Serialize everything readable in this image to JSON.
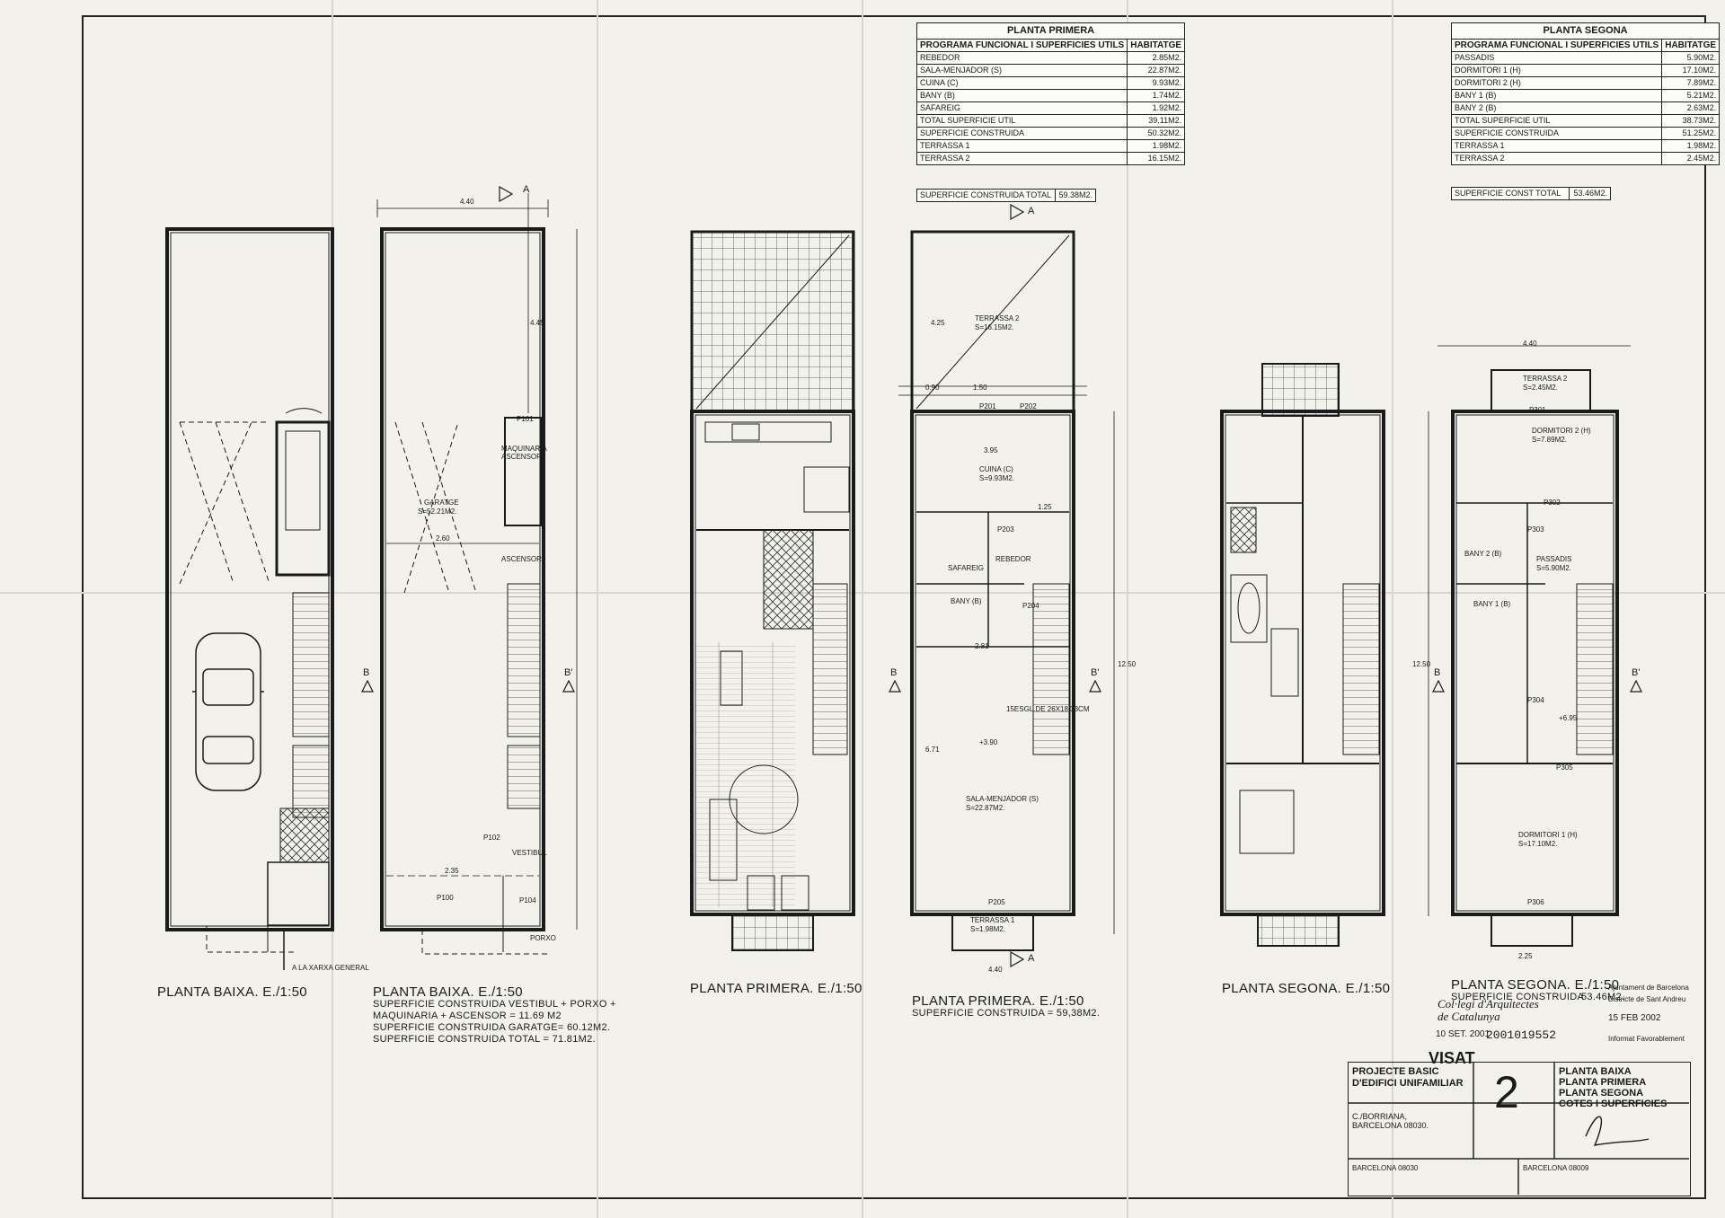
{
  "tables": {
    "primera": {
      "title": "PLANTA PRIMERA",
      "col1": "PROGRAMA FUNCIONAL I SUPERFICIES UTILS",
      "col2": "HABITATGE",
      "rows": [
        {
          "label": "REBEDOR",
          "value": "2.85M2."
        },
        {
          "label": "SALA-MENJADOR (S)",
          "value": "22.87M2."
        },
        {
          "label": "CUINA (C)",
          "value": "9.93M2."
        },
        {
          "label": "BANY (B)",
          "value": "1.74M2."
        },
        {
          "label": "SAFAREIG",
          "value": "1.92M2."
        },
        {
          "label": "TOTAL SUPERFICIE UTIL",
          "value": "39.11M2."
        },
        {
          "label": "SUPERFICIE CONSTRUIDA",
          "value": "50.32M2."
        },
        {
          "label": "TERRASSA 1",
          "value": "1.98M2."
        },
        {
          "label": "TERRASSA 2",
          "value": "16.15M2."
        }
      ],
      "total_label": "SUPERFICIE CONSTRUIDA TOTAL",
      "total_value": "59.38M2."
    },
    "segona": {
      "title": "PLANTA SEGONA",
      "col1": "PROGRAMA FUNCIONAL I SUPERFICIES UTILS",
      "col2": "HABITATGE",
      "rows": [
        {
          "label": "PASSADIS",
          "value": "5.90M2."
        },
        {
          "label": "DORMITORI 1 (H)",
          "value": "17.10M2."
        },
        {
          "label": "DORMITORI 2 (H)",
          "value": "7.89M2."
        },
        {
          "label": "BANY 1 (B)",
          "value": "5.21M2."
        },
        {
          "label": "BANY 2 (B)",
          "value": "2.63M2."
        },
        {
          "label": "TOTAL SUPERFICIE UTIL",
          "value": "38.73M2."
        },
        {
          "label": "SUPERFICIE CONSTRUIDA",
          "value": "51.25M2."
        },
        {
          "label": "TERRASSA 1",
          "value": "1.98M2."
        },
        {
          "label": "TERRASSA 2",
          "value": "2.45M2."
        }
      ],
      "total_label": "SUPERFICIE CONST TOTAL",
      "total_value": "53.46M2."
    }
  },
  "captions": {
    "baixa": "PLANTA BAIXA. E./1:50",
    "baixa_cotes": "PLANTA BAIXA. E./1:50",
    "baixa_cotes_l1": "SUPERFICIE CONSTRUIDA VESTIBUL + PORXO +",
    "baixa_cotes_l2": "MAQUINARIA + ASCENSOR = 11.69 M2",
    "baixa_cotes_l3": "SUPERFICIE CONSTRUIDA GARATGE= 60.12M2.",
    "baixa_cotes_l4": "SUPERFICIE CONSTRUIDA TOTAL = 71.81M2.",
    "primera": "PLANTA PRIMERA. E./1:50",
    "primera_cotes": "PLANTA PRIMERA. E./1:50",
    "primera_cotes_l1": "SUPERFICIE CONSTRUIDA = 59,38M2.",
    "segona": "PLANTA SEGONA. E./1:50",
    "segona_cotes": "PLANTA SEGONA. E./1:50",
    "segona_cotes_l1": "SUPERFICIE CONSTRUIDA",
    "segona_cotes_l2": "53.46M2."
  },
  "rooms": {
    "garatge": "GARATGE",
    "garatge_s": "S=52.21M2.",
    "maquinaria": "MAQUINARIA ASCENSOR",
    "ascensor": "ASCENSOR",
    "vestibul": "VESTIBUL",
    "porxo": "PORXO",
    "terrassa2": "TERRASSA 2",
    "terrassa2_s": "S=16.15M2.",
    "cuina": "CUINA (C)",
    "cuina_s": "S=9.93M2.",
    "safareig": "SAFAREIG",
    "rebedor": "REBEDOR",
    "bany": "BANY (B)",
    "sala": "SALA-MENJADOR (S)",
    "sala_s": "S=22.87M2.",
    "terrassa1": "TERRASSA 1",
    "terrassa1_s": "S=1.98M2.",
    "dormitori2": "DORMITORI 2 (H)",
    "dormitori2_s": "S=7.89M2.",
    "passadis": "PASSADIS",
    "passadis_s": "S=5.90M2.",
    "bany2": "BANY 2 (B)",
    "bany1": "BANY 1 (B)",
    "dormitori1": "DORMITORI 1 (H)",
    "dormitori1_s": "S=17.10M2.",
    "terrassa2b": "TERRASSA 2",
    "terrassa2b_s": "S=2.45M2.",
    "escala": "15esgl.de 26x18.33cm",
    "xarxa": "A LA XARXA GENERAL",
    "level": "+3.90",
    "level2": "+6.95"
  },
  "dims": {
    "w440": "4.40",
    "w225": "2.25",
    "d1250": "12.50",
    "d1250b": "12.50",
    "d425": "4.25",
    "d445": "4.45",
    "d671": "6.71",
    "d395": "3.95",
    "d281": "2.81",
    "d235": "2.35",
    "d260": "2.60",
    "d125": "1.25",
    "d090": "0.90",
    "d150": "1.50"
  },
  "section_marks": {
    "a": "A",
    "b": "B",
    "bp": "B'"
  },
  "doors": [
    "P101",
    "P102",
    "P100",
    "P104",
    "P201",
    "P202",
    "P203",
    "P204",
    "P205",
    "P301",
    "P302",
    "P303",
    "P304",
    "P305",
    "P306"
  ],
  "title_block": {
    "project_l1": "PROJECTE BASIC",
    "project_l2": "D'EDIFICI UNIFAMILIAR",
    "sheet_number": "2",
    "content_l1": "PLANTA BAIXA",
    "content_l2": "PLANTA PRIMERA",
    "content_l3": "PLANTA SEGONA",
    "content_l4": "COTES I SUPERFICIES",
    "address_l1": "C./Borriana,",
    "address_l2": "BARCELONA 08030.",
    "foot_l": "BARCELONA 08030",
    "foot_r": "BARCELONA 08009",
    "visat": "VISAT",
    "coac_l1": "Col·legi d'Arquitectes",
    "coac_l2": "de Catalunya",
    "visat_date": "10 SET. 2001",
    "visat_num": "2001019552",
    "ajunt_l1": "Ajuntament de Barcelona",
    "ajunt_l2": "Districte de Sant Andreu",
    "ajunt_date": "15 FEB 2002",
    "ajunt_l3": "Informat Favorablement"
  },
  "colors": {
    "paper": "#f2f1ec",
    "ink": "#1a1a1a",
    "hatch": "#555555"
  }
}
